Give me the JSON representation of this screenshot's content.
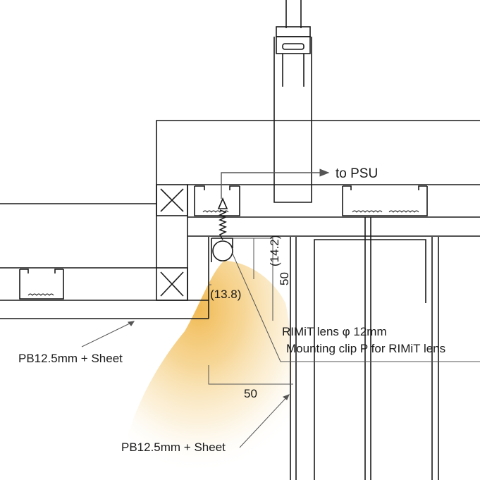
{
  "labels": {
    "to_psu": "to PSU",
    "dim_14_2": "(14.2)",
    "dim_50_vertical": "50",
    "dim_13_8": "(13.8)",
    "lens": "RIMiT lens φ 12mm",
    "clip": "Mounting clip P for RIMiT lens",
    "board_left": "PB12.5mm + Sheet",
    "dim_50_horizontal": "50",
    "board_bottom": "PB12.5mm + Sheet"
  },
  "colors": {
    "line": "#1a1a1a",
    "glow": "#f0b64a",
    "leader": "#555555"
  }
}
